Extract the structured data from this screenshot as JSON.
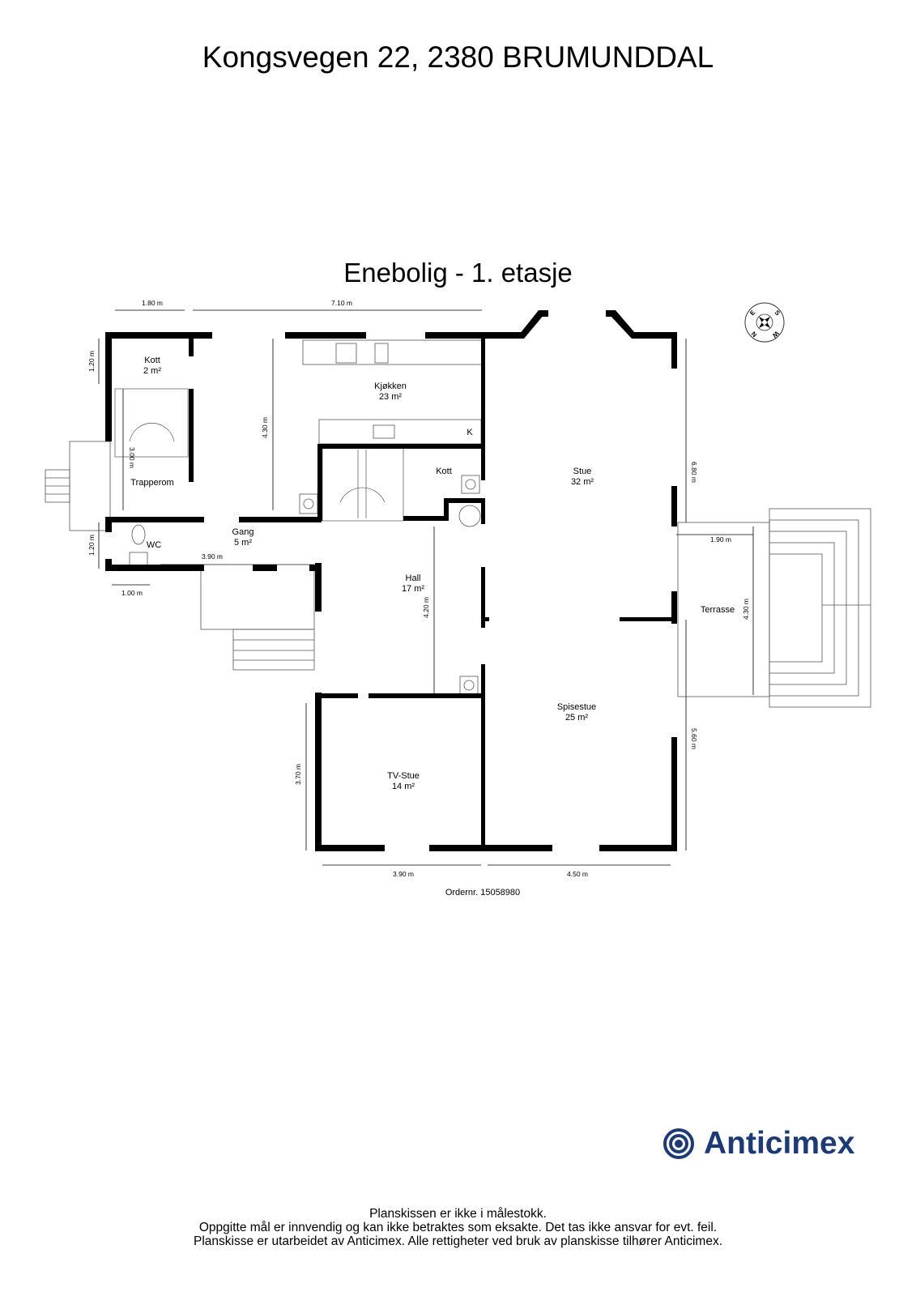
{
  "header": {
    "title": "Kongsvegen 22, 2380 BRUMUNDDAL"
  },
  "plan": {
    "title": "Enebolig - 1. etasje",
    "rooms": [
      {
        "name": "Kott",
        "area": "2 m²"
      },
      {
        "name": "Kjøkken",
        "area": "23 m²"
      },
      {
        "name": "Trapperom",
        "area": ""
      },
      {
        "name": "Kott",
        "area": ""
      },
      {
        "name": "Stue",
        "area": "32 m²"
      },
      {
        "name": "WC",
        "area": ""
      },
      {
        "name": "Gang",
        "area": "5 m²"
      },
      {
        "name": "Hall",
        "area": "17 m²"
      },
      {
        "name": "Terrasse",
        "area": ""
      },
      {
        "name": "Spisestue",
        "area": "25 m²"
      },
      {
        "name": "TV-Stue",
        "area": "14 m²"
      }
    ],
    "fixture_label": "K",
    "dimensions": [
      "1.80 m",
      "7.10 m",
      "1.20 m",
      "4.30 m",
      "3.00 m",
      "1.20 m",
      "1.00 m",
      "3.90 m",
      "6.80 m",
      "1.90 m",
      "4.30 m",
      "4.20 m",
      "3.70 m",
      "5.60 m",
      "3.90 m",
      "4.50 m"
    ],
    "order_number": "Ordernr. 15058980",
    "compass": {
      "letters": [
        "E",
        "S",
        "W",
        "N"
      ]
    }
  },
  "logo": {
    "text": "Anticimex",
    "color": "#1d3a78"
  },
  "footer": {
    "lines": [
      "Planskissen er ikke i målestokk.",
      "Oppgitte mål er innvendig og kan ikke betraktes som eksakte. Det tas ikke ansvar for evt. feil.",
      "Planskisse er utarbeidet av Anticimex. Alle rettigheter ved bruk av planskisse tilhører Anticimex."
    ]
  }
}
